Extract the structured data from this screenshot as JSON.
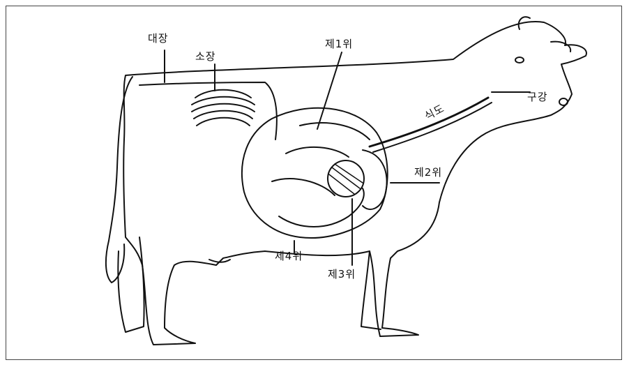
{
  "labels": {
    "large_intestine": "대장",
    "small_intestine": "소장",
    "rumen": "제1위",
    "mouth": "구강",
    "esophagus": "식도",
    "reticulum": "제2위",
    "abomasum": "제4위",
    "omasum": "제3위"
  },
  "colors": {
    "line": "#111111",
    "background": "#ffffff"
  }
}
